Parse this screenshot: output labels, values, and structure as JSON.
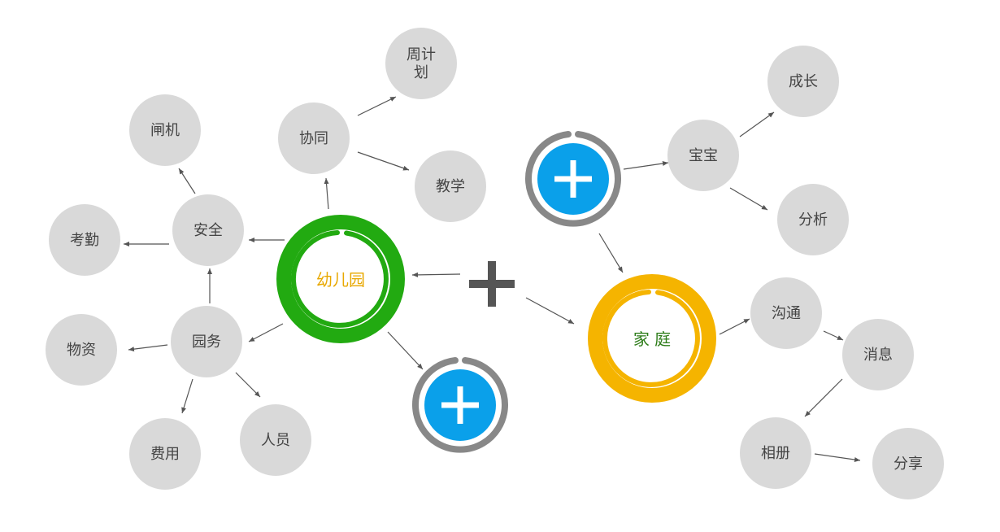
{
  "hubs": {
    "kindergarten": {
      "label": "幼儿园",
      "ring_color": "#22aa11",
      "label_color": "#e8a800"
    },
    "family": {
      "label": "家 庭",
      "ring_color": "#f5b400",
      "label_color": "#2e7d1a"
    }
  },
  "nodes": {
    "zhoujihua": {
      "lines": [
        "周计",
        "划"
      ]
    },
    "xietong": {
      "lines": [
        "协同"
      ]
    },
    "jiaoxue": {
      "lines": [
        "教学"
      ]
    },
    "zhaji": {
      "lines": [
        "闸机"
      ]
    },
    "anquan": {
      "lines": [
        "安全"
      ]
    },
    "kaoqin": {
      "lines": [
        "考勤"
      ]
    },
    "yuanwu": {
      "lines": [
        "园务"
      ]
    },
    "wuzi": {
      "lines": [
        "物资"
      ]
    },
    "feiyong": {
      "lines": [
        "费用"
      ]
    },
    "renyuan": {
      "lines": [
        "人员"
      ]
    },
    "baobao": {
      "lines": [
        "宝宝"
      ]
    },
    "chengzhang": {
      "lines": [
        "成长"
      ]
    },
    "fenxi": {
      "lines": [
        "分析"
      ]
    },
    "goutong": {
      "lines": [
        "沟通"
      ]
    },
    "xiaoxi": {
      "lines": [
        "消息"
      ]
    },
    "xiangce": {
      "lines": [
        "相册"
      ]
    },
    "fenxiang": {
      "lines": [
        "分享"
      ]
    }
  },
  "add_buttons": {
    "icon": "plus-icon",
    "fill_color": "#0aa0ea",
    "ring_color": "#888888"
  },
  "center_plus": {
    "icon": "plus-icon",
    "color": "#555555"
  },
  "colors": {
    "node_fill": "#d9d9d9",
    "arrow": "#555555"
  }
}
